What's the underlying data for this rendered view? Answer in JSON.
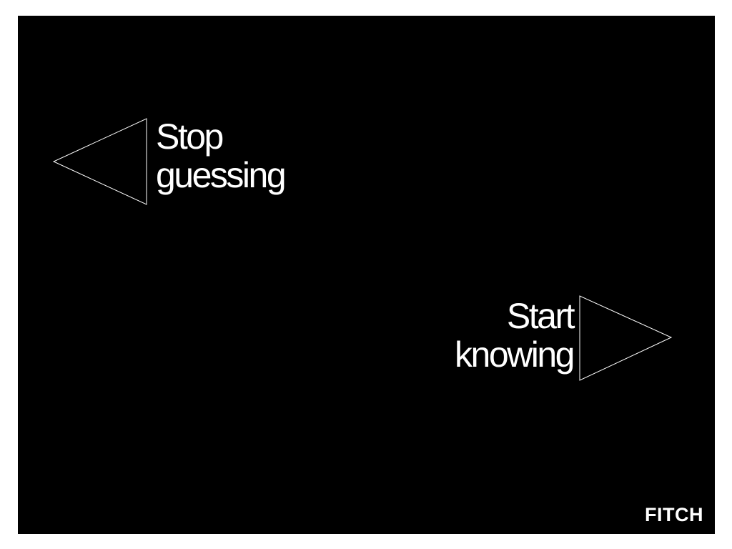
{
  "slide": {
    "background_color": "#000000",
    "stop_block": {
      "line1": "Stop",
      "line2": "guessing",
      "arrow_icon": "left-triangle-outline-icon"
    },
    "start_block": {
      "line1": "Start",
      "line2": "knowing",
      "arrow_icon": "right-triangle-outline-icon"
    },
    "logo": "FITCH"
  }
}
